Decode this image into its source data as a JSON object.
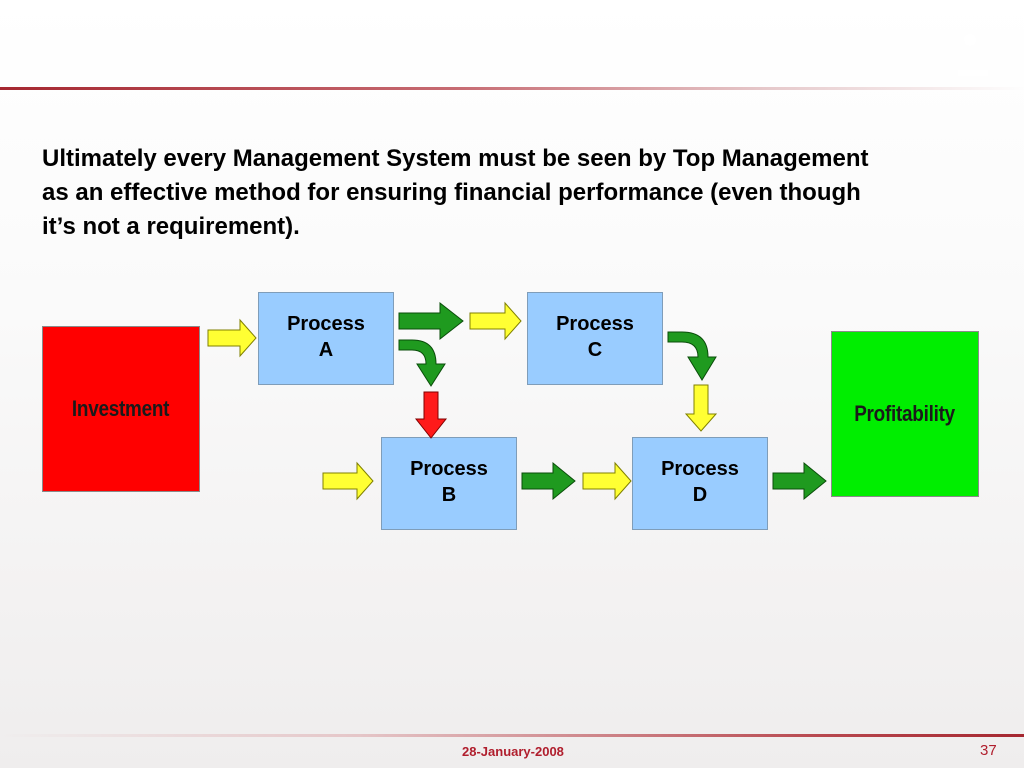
{
  "slide": {
    "headline": "Ultimately every Management System must be seen by Top Management as an effective method for ensuring financial performance (even though it’s not a requirement).",
    "footer_date": "28-January-2008",
    "page_number": "37"
  },
  "diagram": {
    "investment": {
      "label": "Investment",
      "color": "#ff0000"
    },
    "profitability": {
      "label": "Profitability",
      "color": "#00ee00"
    },
    "processes": {
      "a": {
        "line1": "Process",
        "line2": "A"
      },
      "b": {
        "line1": "Process",
        "line2": "B"
      },
      "c": {
        "line1": "Process",
        "line2": "C"
      },
      "d": {
        "line1": "Process",
        "line2": "D"
      }
    },
    "process_color": "#99ccff",
    "arrow_colors": {
      "input": "#ffff33",
      "output": "#1f9a1f",
      "defect": "#ff1a1a"
    }
  }
}
